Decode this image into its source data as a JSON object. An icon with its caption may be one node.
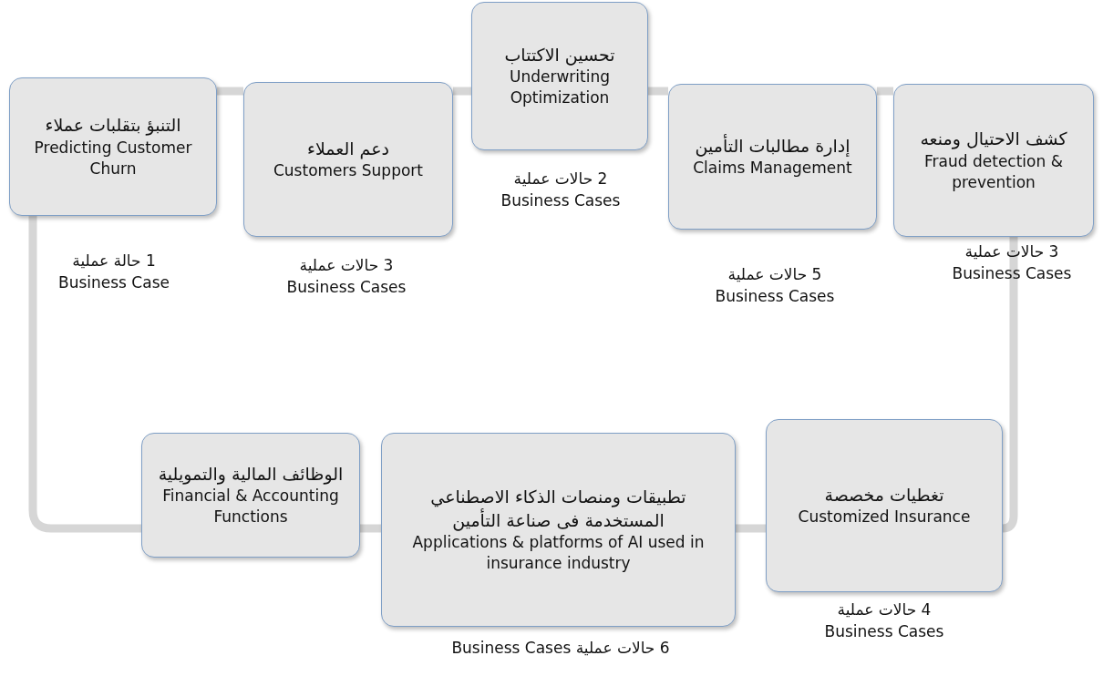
{
  "diagram": {
    "nodes": [
      {
        "text": [
          "التنبؤ بتقلبات عملاء",
          "Predicting Customer Churn"
        ],
        "beside": [
          "1 حالة عملية",
          "Business Case"
        ]
      },
      {
        "text": [
          "دعم العملاء",
          "Customers Support"
        ],
        "beside": [
          "3 حالات عملية",
          "Business Cases"
        ]
      },
      {
        "text": [
          "تحسين الاكتتاب",
          "Underwriting Optimization"
        ],
        "beside": [
          "2 حالات عملية",
          "Business Cases"
        ]
      },
      {
        "text": [
          "إدارة مطالبات التأمين",
          "Claims Management"
        ],
        "beside": [
          "5 حالات عملية",
          "Business Cases"
        ]
      },
      {
        "text": [
          "كشف الاحتيال ومنعه",
          "Fraud detection & prevention"
        ],
        "beside": [
          "3 حالات عملية",
          "Business Cases"
        ]
      },
      {
        "text": [
          "الوظائف المالية والتمويلية",
          "Financial & Accounting Functions"
        ]
      },
      {
        "text": [
          "تطبيقات ومنصات الذكاء الاصطناعي المستخدمة فى صناعة التأمين",
          "Applications & platforms of AI used in insurance industry"
        ],
        "beside": [
          "6 حالات عملية Business Cases"
        ]
      },
      {
        "text": [
          "تغطيات مخصصة",
          "Customized Insurance"
        ],
        "beside": [
          "4 حالات عملية",
          "Business Cases"
        ]
      }
    ],
    "edges": [
      {
        "from": 0,
        "to": 1,
        "arrow": "none"
      },
      {
        "from": 1,
        "to": 2,
        "arrow": "none"
      },
      {
        "from": 2,
        "to": 3,
        "arrow": "none"
      },
      {
        "from": 3,
        "to": 4,
        "arrow": "none"
      },
      {
        "from": 4,
        "to": 7,
        "arrow": "none"
      },
      {
        "from": 7,
        "to": 6,
        "arrow": "none"
      },
      {
        "from": 6,
        "to": 5,
        "arrow": "none"
      },
      {
        "from": 5,
        "to": 0,
        "arrow": "none"
      }
    ]
  }
}
